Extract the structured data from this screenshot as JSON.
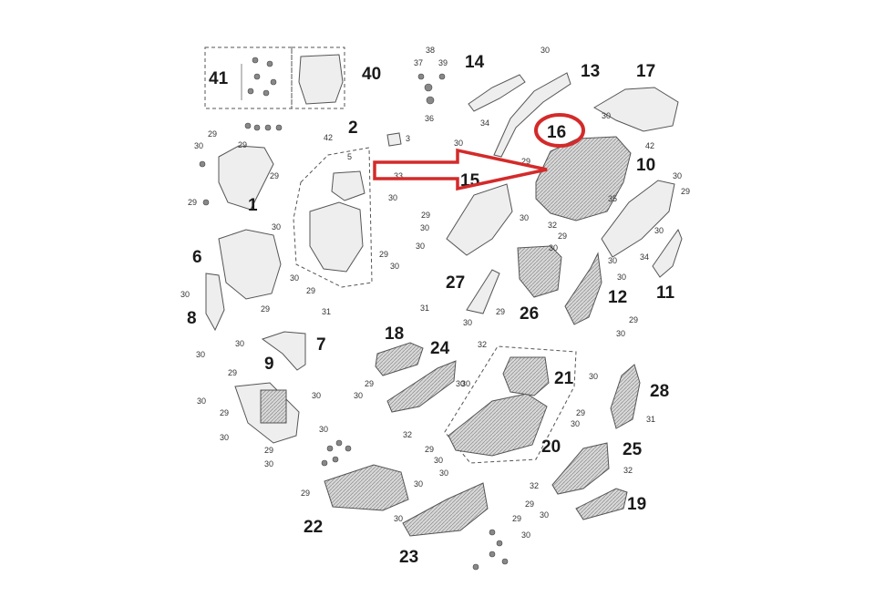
{
  "callout_part": "16",
  "colors": {
    "arrow": "#d42a2a",
    "circle": "#d42a2a",
    "line_art": "#555555"
  },
  "labels": {
    "p1": "1",
    "p2": "2",
    "p3": "3",
    "p5": "5",
    "p6": "6",
    "p7": "7",
    "p8": "8",
    "p9": "9",
    "p10": "10",
    "p11": "11",
    "p12": "12",
    "p13": "13",
    "p14": "14",
    "p15": "15",
    "p16": "16",
    "p17": "17",
    "p18": "18",
    "p19": "19",
    "p20": "20",
    "p21": "21",
    "p22": "22",
    "p23": "23",
    "p24": "24",
    "p25": "25",
    "p26": "26",
    "p27": "27",
    "p28": "28",
    "p29": "29",
    "p30": "30",
    "p31": "31",
    "p32": "32",
    "p33": "33",
    "p34": "34",
    "p35": "35",
    "p36": "36",
    "p37": "37",
    "p38": "38",
    "p39": "39",
    "p40": "40",
    "p41": "41",
    "p42": "42"
  }
}
